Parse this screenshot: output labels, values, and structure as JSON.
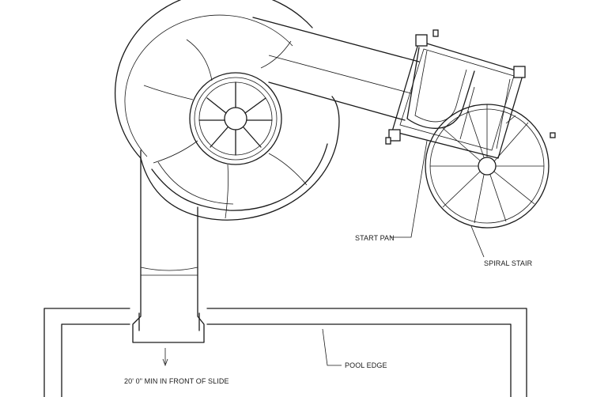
{
  "labels": {
    "start_pan": "START PAN",
    "spiral_stair": "SPIRAL STAIR",
    "pool_edge": "POOL EDGE",
    "clearance": "20' 0\" MIN IN FRONT OF SLIDE"
  }
}
